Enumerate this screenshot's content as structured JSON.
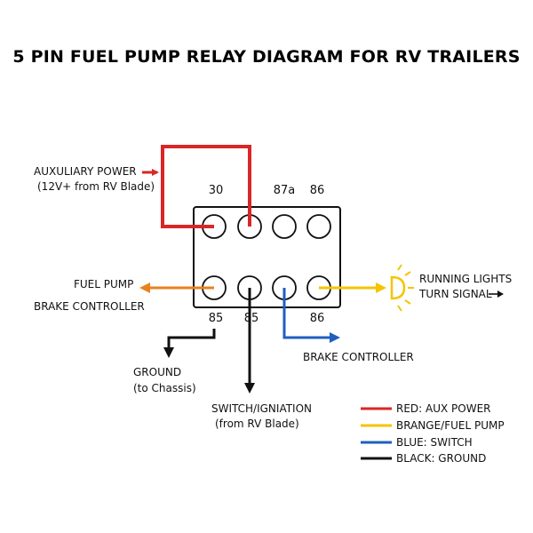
{
  "title": "5 PIN FUEL PUMP RELAY DIAGRAM FOR RV TRAILERS",
  "colors": {
    "red": "#d92626",
    "orange": "#e8821e",
    "yellow": "#f5c400",
    "blue": "#1f5fbf",
    "black": "#111111"
  },
  "pins_top": [
    "30",
    "87a",
    "86"
  ],
  "pins_bottom": [
    "85",
    "85",
    "86"
  ],
  "labels": {
    "aux_power": "AUXULIARY POWER",
    "aux_power_sub": "(12V+ from RV Blade)",
    "fuel_pump": "FUEL PUMP",
    "brake_controller_left": "BRAKE CONTROLLER",
    "running_lights": "RUNNING LIGHTS",
    "turn_signal": "TURN SIGNAL",
    "ground": "GROUND",
    "ground_sub": "(to Chassis)",
    "switch": "SWITCH/IGNIATION",
    "switch_sub": "(from RV Blade)",
    "brake_controller_bottom": "BRAKE CONTROLLER"
  },
  "legend": [
    {
      "text": "RED: AUX POWER",
      "color": "#d92626"
    },
    {
      "text": "BRANGE/FUEL PUMP",
      "color": "#f5c400"
    },
    {
      "text": "BLUE: SWITCH",
      "color": "#1f5fbf"
    },
    {
      "text": "BLACK: GROUND",
      "color": "#111111"
    }
  ]
}
